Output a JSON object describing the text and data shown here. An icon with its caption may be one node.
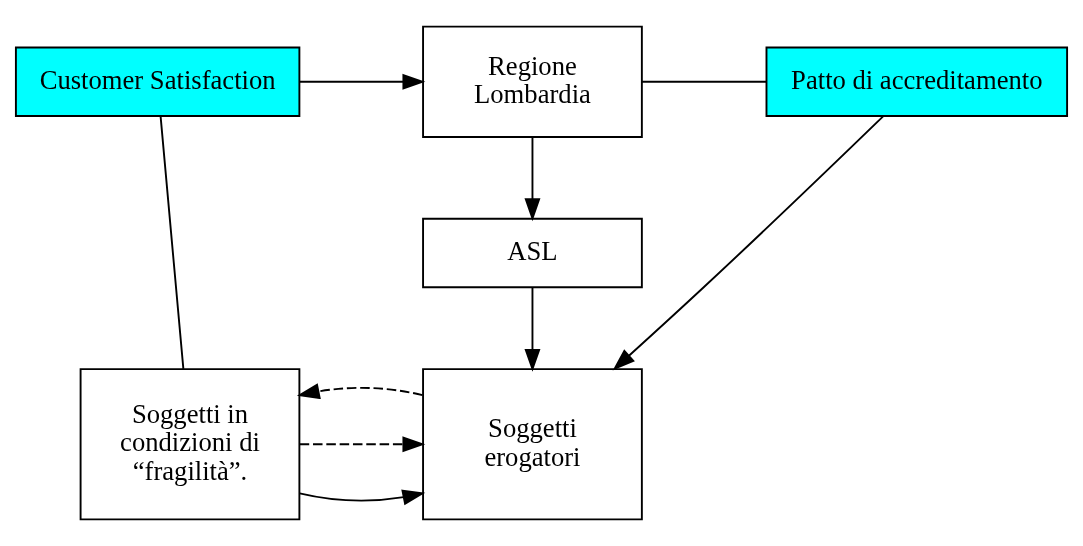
{
  "diagram": {
    "nodes": [
      {
        "text": [
          "Customer Satisfaction"
        ]
      },
      {
        "text": [
          "Regione Lombardia"
        ]
      },
      {
        "text": [
          "Patto di accreditamento"
        ]
      },
      {
        "text": [
          "ASL"
        ]
      },
      {
        "text": [
          "Soggetti in condizioni di “fragilità”."
        ]
      },
      {
        "text": [
          "Soggetti erogatori"
        ]
      }
    ],
    "edges": [
      {
        "from": 0,
        "to": 1,
        "arrow": "to"
      },
      {
        "from": 1,
        "to": 2,
        "arrow": "none"
      },
      {
        "from": 1,
        "to": 3,
        "arrow": "to"
      },
      {
        "from": 3,
        "to": 5,
        "arrow": "to"
      },
      {
        "from": 2,
        "to": 5,
        "arrow": "to"
      },
      {
        "from": 0,
        "to": 4,
        "arrow": "none"
      },
      {
        "from": 4,
        "to": 5,
        "arrow": "to"
      },
      {
        "from": 4,
        "to": 5,
        "arrow": "to",
        "style": "dashed"
      },
      {
        "from": 5,
        "to": 4,
        "arrow": "to",
        "style": "dashed"
      }
    ]
  }
}
